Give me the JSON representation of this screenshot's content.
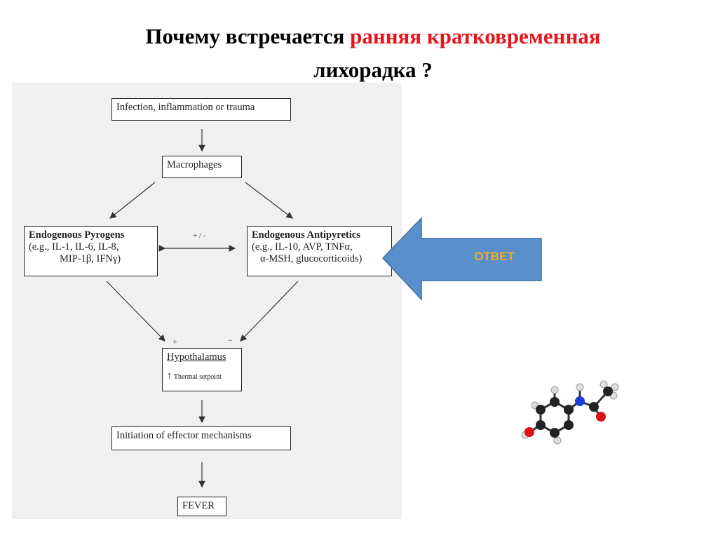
{
  "title": {
    "part1": "Почему встречается ",
    "highlight": "ранняя кратковременная",
    "part2": "лихорадка ?"
  },
  "diagram": {
    "infection": "Infection, inflammation or trauma",
    "macrophages": "Macrophages",
    "pyrogens": {
      "title": "Endogenous Pyrogens",
      "line1": "(e.g., IL-1, IL-6, IL-8,",
      "line2": "MIP-1β, IFNγ)"
    },
    "antipyretics": {
      "title": "Endogenous Antipyretics",
      "line1": "(e.g., IL-10, AVP, TNFα,",
      "line2": "α-MSH, glucocorticoids)"
    },
    "plus_minus": "+ / -",
    "plus": "+",
    "minus": "−",
    "hypothalamus": "Hypothalamus",
    "thermal_setpoint": "Thermal setpoint",
    "effector": "Initiation of effector mechanisms",
    "fever": "FEVER"
  },
  "callout": {
    "label": "ОТВЕТ",
    "color": "#5b8fcc",
    "text_color": "#f0a828"
  },
  "molecule_icon": "paracetamol-molecule-icon"
}
